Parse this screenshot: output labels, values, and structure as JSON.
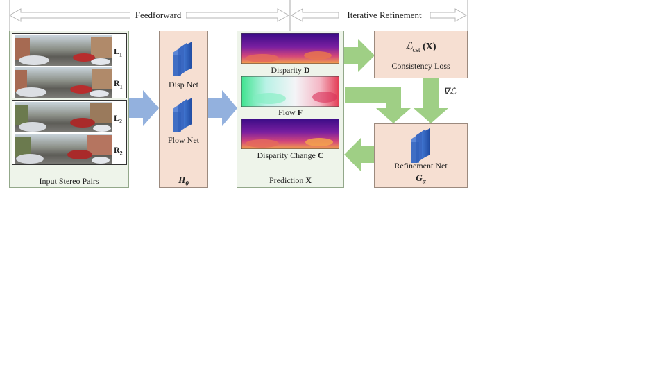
{
  "phases": {
    "feedforward": "Feedforward",
    "iterative_refinement": "Iterative Refinement"
  },
  "input": {
    "caption": "Input Stereo Pairs",
    "labels": [
      {
        "letter": "L",
        "index": "1"
      },
      {
        "letter": "R",
        "index": "1"
      },
      {
        "letter": "L",
        "index": "2"
      },
      {
        "letter": "R",
        "index": "2"
      }
    ]
  },
  "network": {
    "disp_net": "Disp Net",
    "flow_net": "Flow Net",
    "symbol": "H",
    "symbol_sub": "θ"
  },
  "prediction": {
    "disparity_label": "Disparity ",
    "disparity_var": "D",
    "flow_label": "Flow ",
    "flow_var": "F",
    "disp_change_label": "Disparity Change ",
    "disp_change_var": "C",
    "caption": "Prediction ",
    "caption_var": "X"
  },
  "loss": {
    "symbol": "ℒ",
    "symbol_sub": "cst",
    "arg": "(X)",
    "caption": "Consistency Loss"
  },
  "gradient": {
    "text": "∇ℒ"
  },
  "refinement": {
    "caption": "Refinement Net",
    "symbol": "G",
    "symbol_sub": "α"
  },
  "colors": {
    "green_panel": "#eef4ea",
    "peach_panel": "#f6dfd2",
    "blue_arrow": "#93b1de",
    "green_arrow": "#9fcf85",
    "net_block": "#2f5fb8"
  }
}
